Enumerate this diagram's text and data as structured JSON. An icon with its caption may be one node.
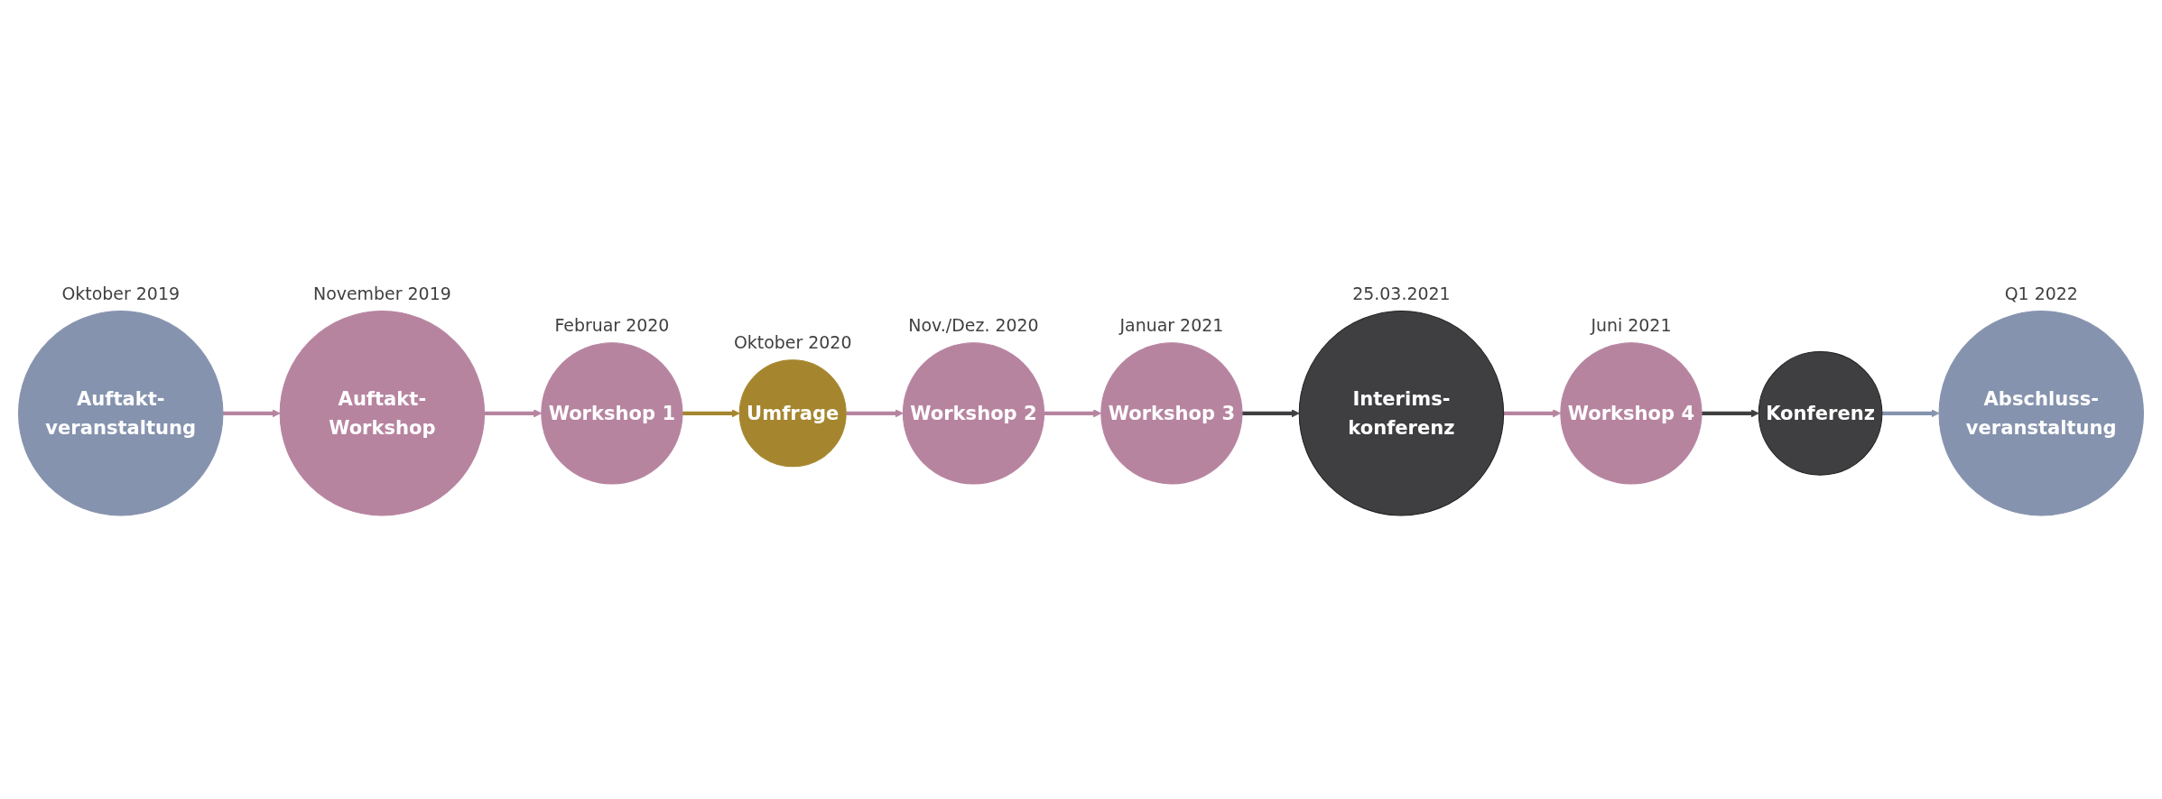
{
  "diagram": {
    "nodes": [
      {
        "text": [
          "Auftakt-veranstaltung"
        ],
        "beside": [
          "Oktober 2019"
        ]
      },
      {
        "text": [
          "Auftakt-Workshop"
        ],
        "beside": [
          "November 2019"
        ]
      },
      {
        "text": [
          "Workshop 1"
        ],
        "beside": [
          "Februar 2020"
        ]
      },
      {
        "text": [
          "Umfrage"
        ],
        "beside": [
          "Oktober 2020"
        ]
      },
      {
        "text": [
          "Workshop 2"
        ],
        "beside": [
          "Nov./Dez. 2020"
        ]
      },
      {
        "text": [
          "Workshop 3"
        ],
        "beside": [
          "Januar 2021"
        ]
      },
      {
        "text": [
          "Interims-konferenz"
        ],
        "beside": [
          "25.03.2021"
        ]
      },
      {
        "text": [
          "Workshop 4"
        ],
        "beside": [
          "Juni 2021"
        ]
      },
      {
        "text": [
          "Konferenz"
        ]
      },
      {
        "text": [
          "Abschluss-veranstaltung"
        ],
        "beside": [
          "Q1 2022"
        ]
      }
    ],
    "edges": [
      {
        "from": 0,
        "to": 1,
        "arrow": "to"
      },
      {
        "from": 1,
        "to": 2,
        "arrow": "to"
      },
      {
        "from": 2,
        "to": 3,
        "arrow": "to",
        "color": "#a5862e"
      },
      {
        "from": 3,
        "to": 4,
        "arrow": "to"
      },
      {
        "from": 4,
        "to": 5,
        "arrow": "to"
      },
      {
        "from": 5,
        "to": 6,
        "arrow": "to",
        "color": "#3f3f41"
      },
      {
        "from": 6,
        "to": 7,
        "arrow": "to"
      },
      {
        "from": 7,
        "to": 8,
        "arrow": "to",
        "color": "#3f3f41"
      },
      {
        "from": 8,
        "to": 9,
        "arrow": "to",
        "color": "#8593ae"
      }
    ]
  }
}
